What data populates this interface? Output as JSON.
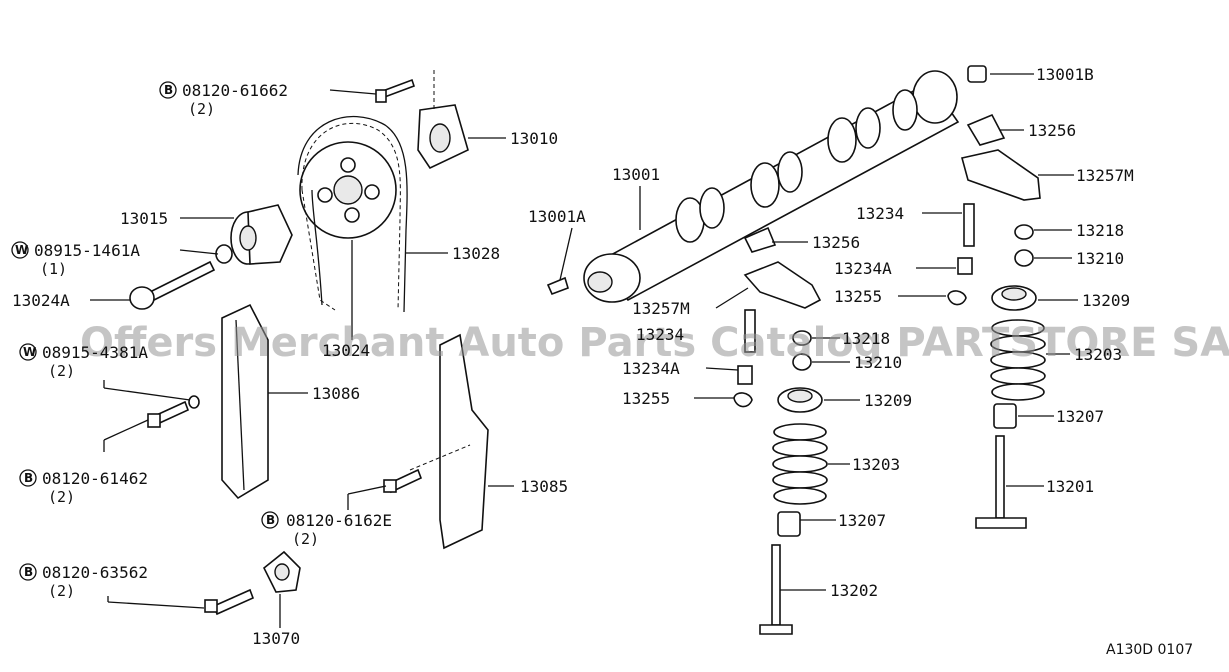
{
  "watermark": "Offers Merchant Auto Parts Catalog PARTSTORE SA",
  "diagram_ref": "A130D 0107",
  "labels": {
    "p13001b": "13001B",
    "p13256_top": "13256",
    "p13257m_right": "13257M",
    "p13218_right": "13218",
    "p13210_right": "13210",
    "p13209_right": "13209",
    "p13203_right": "13203",
    "p13207_right": "13207",
    "p13201": "13201",
    "p13234_right": "13234",
    "p13234a_right": "13234A",
    "p13255_right": "13255",
    "p13001": "13001",
    "p13001a": "13001A",
    "p13256_mid": "13256",
    "p13257m_left": "13257M",
    "p13234_left": "13234",
    "p13218_left": "13218",
    "p13210_left": "13210",
    "p13234a_left": "13234A",
    "p13255_left": "13255",
    "p13209_left": "13209",
    "p13203_left": "13203",
    "p13207_left": "13207",
    "p13202": "13202",
    "p13010": "13010",
    "p13028": "13028",
    "p13015": "13015",
    "p13024a": "13024A",
    "p13024": "13024",
    "p13086": "13086",
    "p13085": "13085",
    "p13070": "13070",
    "b_08120_61662": "08120-61662",
    "q_61662": "(2)",
    "w_08915_1461a": "08915-1461A",
    "q_1461a": "(1)",
    "w_08915_4381a": "08915-4381A",
    "q_4381a": "(2)",
    "b_08120_61462": "08120-61462",
    "q_61462": "(2)",
    "b_08120_6162e": "08120-6162E",
    "q_6162e": "(2)",
    "b_08120_63562": "08120-63562",
    "q_63562": "(2)",
    "mark_b": "B",
    "mark_w": "W"
  }
}
